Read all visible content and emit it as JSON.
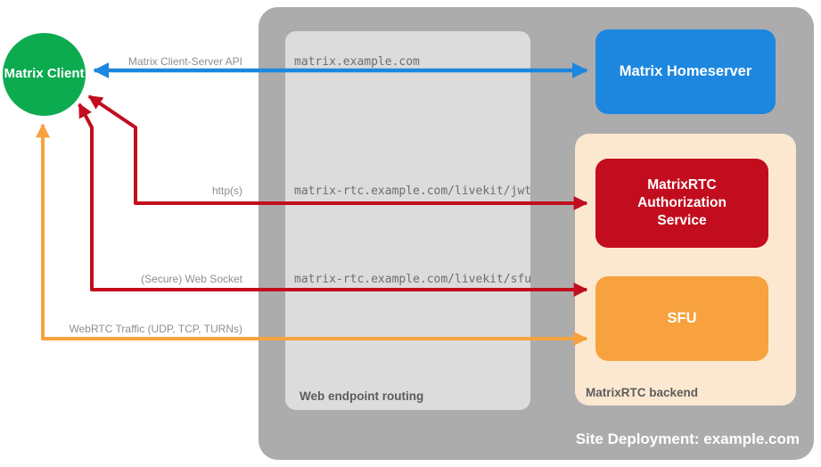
{
  "colors": {
    "c-green": "#0cab50",
    "c-blue": "#1d87e0",
    "c-red": "#c20d1e",
    "c-orange": "#f7a23e",
    "c-peach": "#fce8d0",
    "c-outer": "#acacac",
    "c-inner": "#dcdcdc",
    "c-label": "#8e8e8e",
    "c-mono": "#6e6e6e",
    "c-zone": "#5c5c5c"
  },
  "client": {
    "label": "Matrix Client"
  },
  "zones": {
    "site": {
      "label": "Site Deployment: example.com"
    },
    "routing": {
      "label": "Web endpoint routing"
    },
    "backend": {
      "label": "MatrixRTC backend"
    }
  },
  "nodes": {
    "homeserver": {
      "label": "Matrix Homeserver"
    },
    "auth_service": {
      "label": "MatrixRTC Authorization Service"
    },
    "sfu": {
      "label": "SFU"
    }
  },
  "arrows": [
    {
      "id": "client-server-api",
      "label": "Matrix Client-Server API",
      "endpoint": "matrix.example.com",
      "color": "#1d87e0"
    },
    {
      "id": "https",
      "label": "http(s)",
      "endpoint": "matrix-rtc.example.com/livekit/jwt",
      "color": "#c20d1e"
    },
    {
      "id": "websocket",
      "label": "(Secure) Web Socket",
      "endpoint": "matrix-rtc.example.com/livekit/sfu",
      "color": "#c20d1e"
    },
    {
      "id": "webrtc",
      "label": "WebRTC Traffic (UDP, TCP, TURNs)",
      "color": "#f7a23e"
    }
  ]
}
